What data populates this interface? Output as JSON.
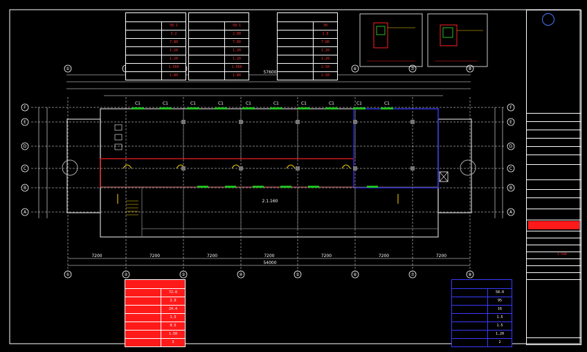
{
  "axes_top": [
    "①",
    "②",
    "③",
    "④",
    "⑤",
    "⑥",
    "⑦",
    "⑧"
  ],
  "axes_side": [
    "F",
    "E",
    "D",
    "C",
    "B",
    "A"
  ],
  "tables": {
    "top_left": {
      "rows": [
        [
          "",
          "58.1"
        ],
        [
          "",
          "3.2"
        ],
        [
          "",
          "7.80"
        ],
        [
          "",
          "1.20"
        ],
        [
          "",
          "1.20"
        ],
        [
          "",
          "1.560"
        ],
        [
          "",
          "1.80"
        ]
      ]
    },
    "top_mid": {
      "rows": [
        [
          "",
          "58.1"
        ],
        [
          "",
          "2.80"
        ],
        [
          "",
          "7.80"
        ],
        [
          "",
          "1.20"
        ],
        [
          "",
          "1.20"
        ],
        [
          "",
          "1.560"
        ],
        [
          "",
          "1.80"
        ]
      ]
    },
    "top_right": {
      "rows": [
        [
          "",
          "30"
        ],
        [
          "",
          "2.0"
        ],
        [
          "",
          "7.80"
        ],
        [
          "",
          "1.20"
        ],
        [
          "",
          "1.20"
        ],
        [
          "",
          "2.50"
        ],
        [
          "",
          "2.50"
        ]
      ]
    },
    "bottom_red": {
      "rows": [
        [
          "",
          "72.0"
        ],
        [
          "",
          "2.9"
        ],
        [
          "",
          "24.4"
        ],
        [
          "",
          "1.5"
        ],
        [
          "",
          "0.5"
        ],
        [
          "",
          "1.50"
        ],
        [
          "",
          "3"
        ]
      ]
    },
    "bottom_blue": {
      "rows": [
        [
          "",
          "58.0"
        ],
        [
          "",
          "95"
        ],
        [
          "",
          "16"
        ],
        [
          "",
          "1.5"
        ],
        [
          "",
          "1.5"
        ],
        [
          "",
          "1.20"
        ],
        [
          "",
          "2"
        ]
      ]
    }
  },
  "dims": {
    "top_total": "57600",
    "bottom_total": "54000",
    "bottom_spans": [
      "7200",
      "7200",
      "7200",
      "7200",
      "7200",
      "7200",
      "7200"
    ]
  },
  "plan": {
    "room_tag": "2.1.160",
    "window_tags": [
      "C1",
      "C1",
      "C1",
      "C1",
      "C1",
      "C1",
      "C1",
      "C1",
      "C1",
      "C1"
    ],
    "scale": "1:100"
  },
  "colors": {
    "red": "#ff2020",
    "blue": "#2828ff",
    "green": "#20c020",
    "yellow": "#ffd800",
    "cyan": "#20d0d0"
  }
}
